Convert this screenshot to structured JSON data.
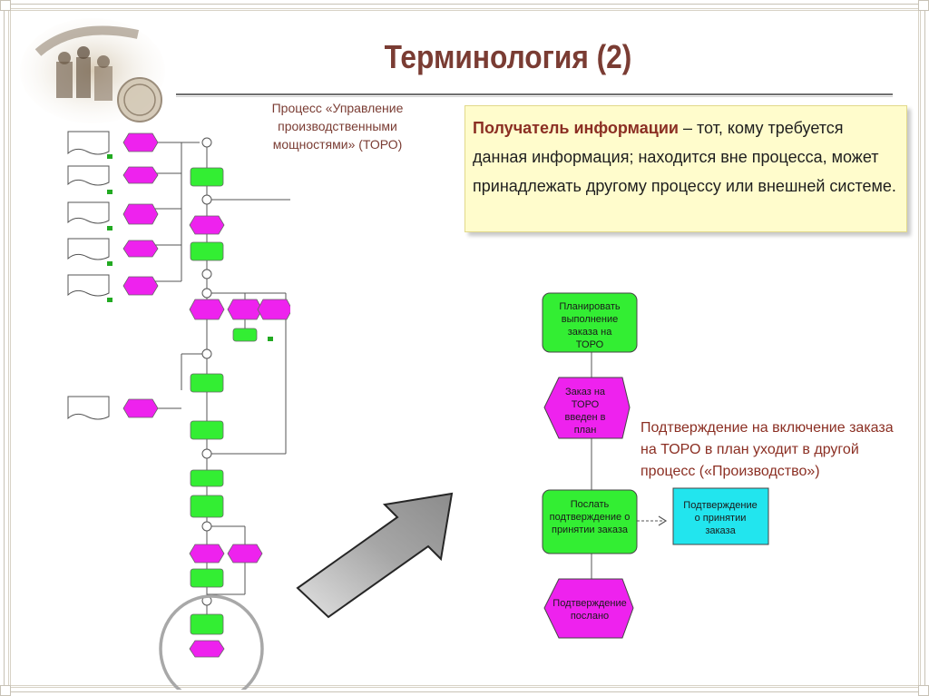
{
  "slide": {
    "title": "Терминология (2)",
    "process_label_lines": [
      "Процесс «Управление",
      "производственными",
      "мощностями» (ТОРО)"
    ],
    "info_box": {
      "term": "Получатель информации",
      "text": " – тот, кому требуется данная информация; находится вне процесса, может принадлежать другому процессу или внешней системе."
    },
    "confirmation_label": "Подтверждение на включение заказа на ТОРО в план уходит в другой процесс («Производство»)"
  },
  "flow": {
    "node1": [
      "Планировать",
      "выполнение",
      "заказа на",
      "ТОРО"
    ],
    "node2": [
      "Заказ на",
      "ТОРО",
      "введен в",
      "план"
    ],
    "node3": [
      "Послать",
      "подтверждение о",
      "принятии заказа"
    ],
    "node4": [
      "Подтверждение",
      "послано"
    ],
    "receiver": [
      "Подтверждение",
      "о принятии",
      "заказа"
    ]
  },
  "colors": {
    "title": "#7a3c33",
    "function_green": "#33ee33",
    "event_magenta": "#ee22ee",
    "receiver_cyan": "#22e5ee",
    "info_bg": "#fffccc",
    "highlight_text": "#8b2f23",
    "arrow_gray": "#9a9a9a"
  }
}
